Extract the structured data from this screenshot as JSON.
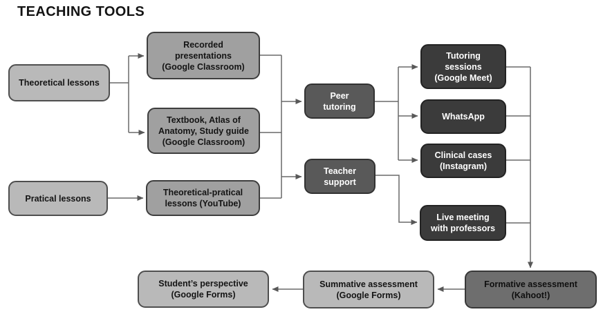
{
  "title": "TEACHING TOOLS",
  "nodes": {
    "theoretical_lessons": {
      "lines": [
        "Theoretical lessons"
      ]
    },
    "recorded_presentations": {
      "lines": [
        "Recorded",
        "presentations",
        "(Google Classroom)"
      ]
    },
    "textbook_atlas": {
      "lines": [
        "Textbook, Atlas of",
        "Anatomy, Study guide",
        "(Google Classroom)"
      ]
    },
    "pratical_lessons": {
      "lines": [
        "Pratical lessons"
      ]
    },
    "theoretical_pratical": {
      "lines": [
        "Theoretical-pratical",
        "lessons (YouTube)"
      ]
    },
    "peer_tutoring": {
      "lines": [
        "Peer",
        "tutoring"
      ]
    },
    "teacher_support": {
      "lines": [
        "Teacher",
        "support"
      ]
    },
    "tutoring_sessions": {
      "lines": [
        "Tutoring",
        "sessions",
        "(Google Meet)"
      ]
    },
    "whatsapp": {
      "lines": [
        "WhatsApp"
      ]
    },
    "clinical_cases": {
      "lines": [
        "Clinical cases",
        "(Instagram)"
      ]
    },
    "live_meeting": {
      "lines": [
        "Live meeting",
        "with professors"
      ]
    },
    "formative_assessment": {
      "lines": [
        "Formative assessment",
        "(Kahoot!)"
      ]
    },
    "summative_assessment": {
      "lines": [
        "Summative assessment",
        "(Google Forms)"
      ]
    },
    "students_perspective": {
      "lines": [
        "Student’s perspective",
        "(Google Forms)"
      ]
    }
  },
  "colors": {
    "background": "#ffffff",
    "title_text": "#141414",
    "light_box_fill": "#b9b9b9",
    "medium_box_fill": "#a0a0a0",
    "mid_dark_box_fill": "#595959",
    "dark_box_fill": "#3b3b3b",
    "formative_box_fill": "#6e6e6e",
    "box_border_dark": "#3d3d3d",
    "connector_line": "#686868",
    "white_text": "#ffffff",
    "black_text": "#141414"
  }
}
